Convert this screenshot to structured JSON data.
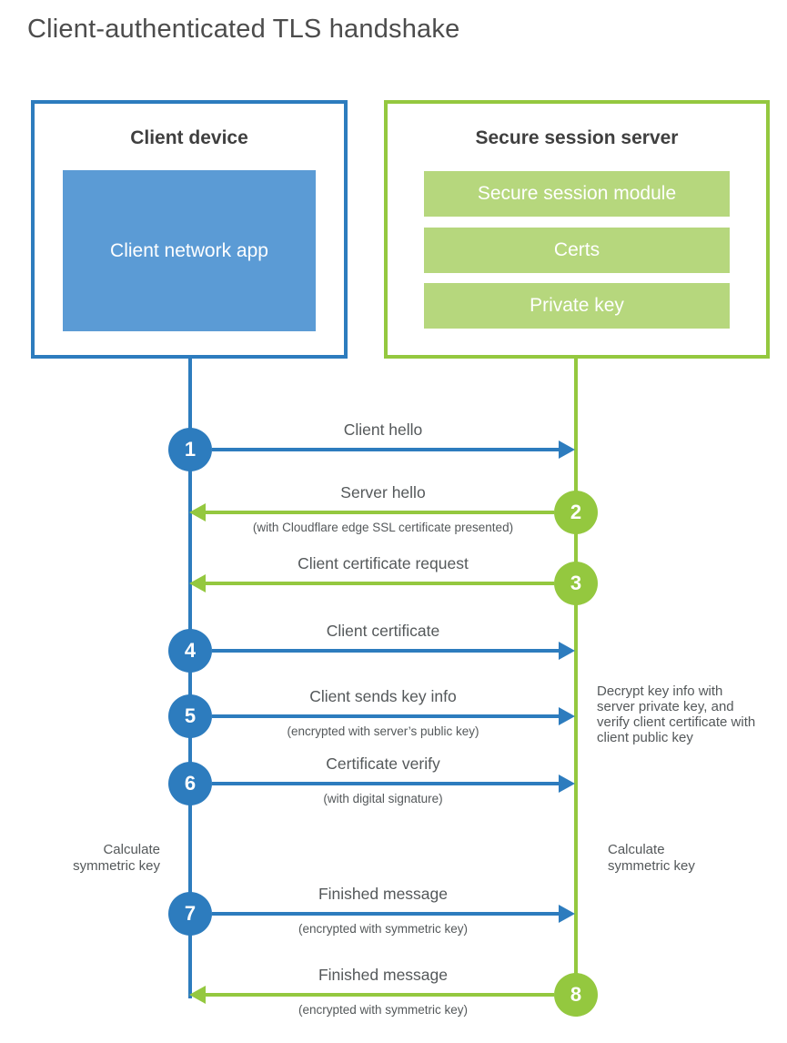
{
  "page": {
    "title": "Client-authenticated TLS handshake"
  },
  "colors": {
    "client_blue": "#2d7cbe",
    "client_fill_blue": "#5b9bd5",
    "server_green": "#94c83f",
    "server_fill_green": "#b6d77d",
    "text_dark": "#3f3f3f",
    "text_gray": "#54585a"
  },
  "client_box": {
    "title": "Client device",
    "inner_label": "Client network app"
  },
  "server_box": {
    "title": "Secure session server",
    "modules": [
      "Secure session module",
      "Certs",
      "Private key"
    ]
  },
  "steps": [
    {
      "num": "1",
      "from": "client",
      "direction": "right",
      "label": "Client hello",
      "sublabel": ""
    },
    {
      "num": "2",
      "from": "server",
      "direction": "left",
      "label": "Server hello",
      "sublabel": "(with Cloudflare edge SSL certificate presented)"
    },
    {
      "num": "3",
      "from": "server",
      "direction": "left",
      "label": "Client certificate request",
      "sublabel": ""
    },
    {
      "num": "4",
      "from": "client",
      "direction": "right",
      "label": "Client certificate",
      "sublabel": ""
    },
    {
      "num": "5",
      "from": "client",
      "direction": "right",
      "label": "Client sends key info",
      "sublabel": "(encrypted with server’s public key)"
    },
    {
      "num": "6",
      "from": "client",
      "direction": "right",
      "label": "Certificate verify",
      "sublabel": "(with digital signature)"
    },
    {
      "num": "7",
      "from": "client",
      "direction": "right",
      "label": "Finished message",
      "sublabel": "(encrypted with symmetric key)"
    },
    {
      "num": "8",
      "from": "server",
      "direction": "left",
      "label": "Finished message",
      "sublabel": "(encrypted with symmetric key)"
    }
  ],
  "annotations": {
    "server_note": "Decrypt key info with server private key, and verify client certificate with client public key",
    "client_calc": "Calculate symmetric key",
    "server_calc": "Calculate symmetric key"
  }
}
